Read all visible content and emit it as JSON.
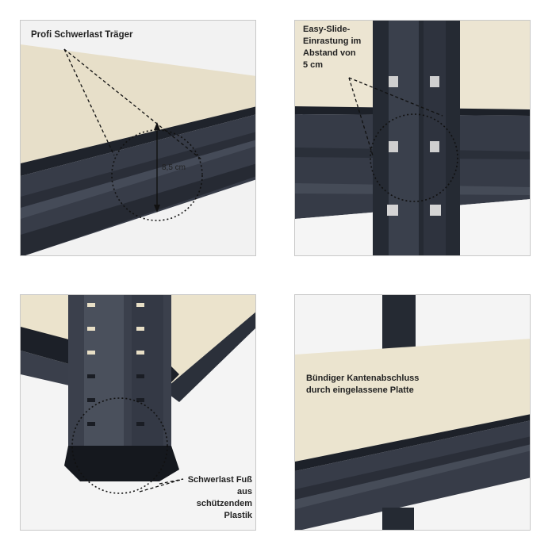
{
  "panels": {
    "beam": {
      "caption": "Profi Schwerlast Träger",
      "dimension": "8,5 cm"
    },
    "slide": {
      "caption_lines": [
        "Easy-Slide-",
        "Einrastung im",
        "Abstand von",
        "5 cm"
      ]
    },
    "foot": {
      "caption_lines": [
        "Schwerlast Fuß",
        "aus",
        "schützendem",
        "Plastik"
      ]
    },
    "edge": {
      "caption_lines": [
        "Bündiger Kantenabschluss",
        "durch eingelassene Platte"
      ]
    }
  },
  "colors": {
    "steel": "#2f3440",
    "board": "#e6dfca",
    "background": "#f1f1f1"
  }
}
